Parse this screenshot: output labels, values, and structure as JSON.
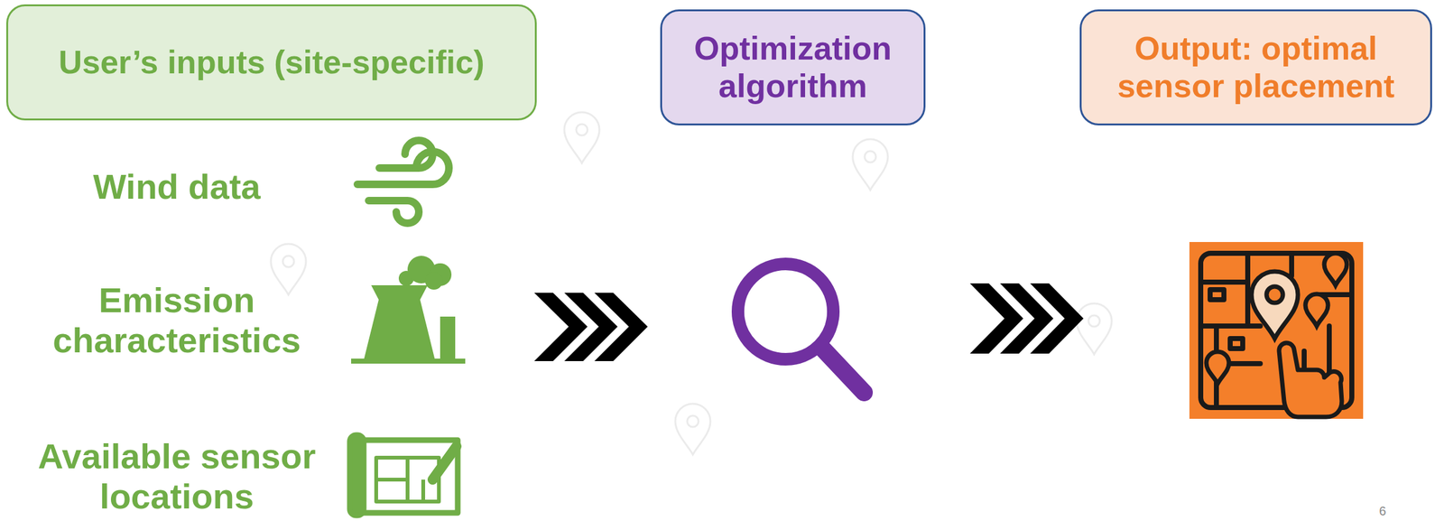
{
  "diagram": {
    "nodes": [
      {
        "text": [
          "User’s inputs (site-specific)"
        ]
      },
      {
        "text": [
          "Optimization algorithm"
        ]
      },
      {
        "text": [
          "Output: optimal sensor placement"
        ]
      }
    ],
    "labels": [
      "Wind data",
      "Emission characteristics",
      "Available sensor locations",
      "6"
    ]
  }
}
